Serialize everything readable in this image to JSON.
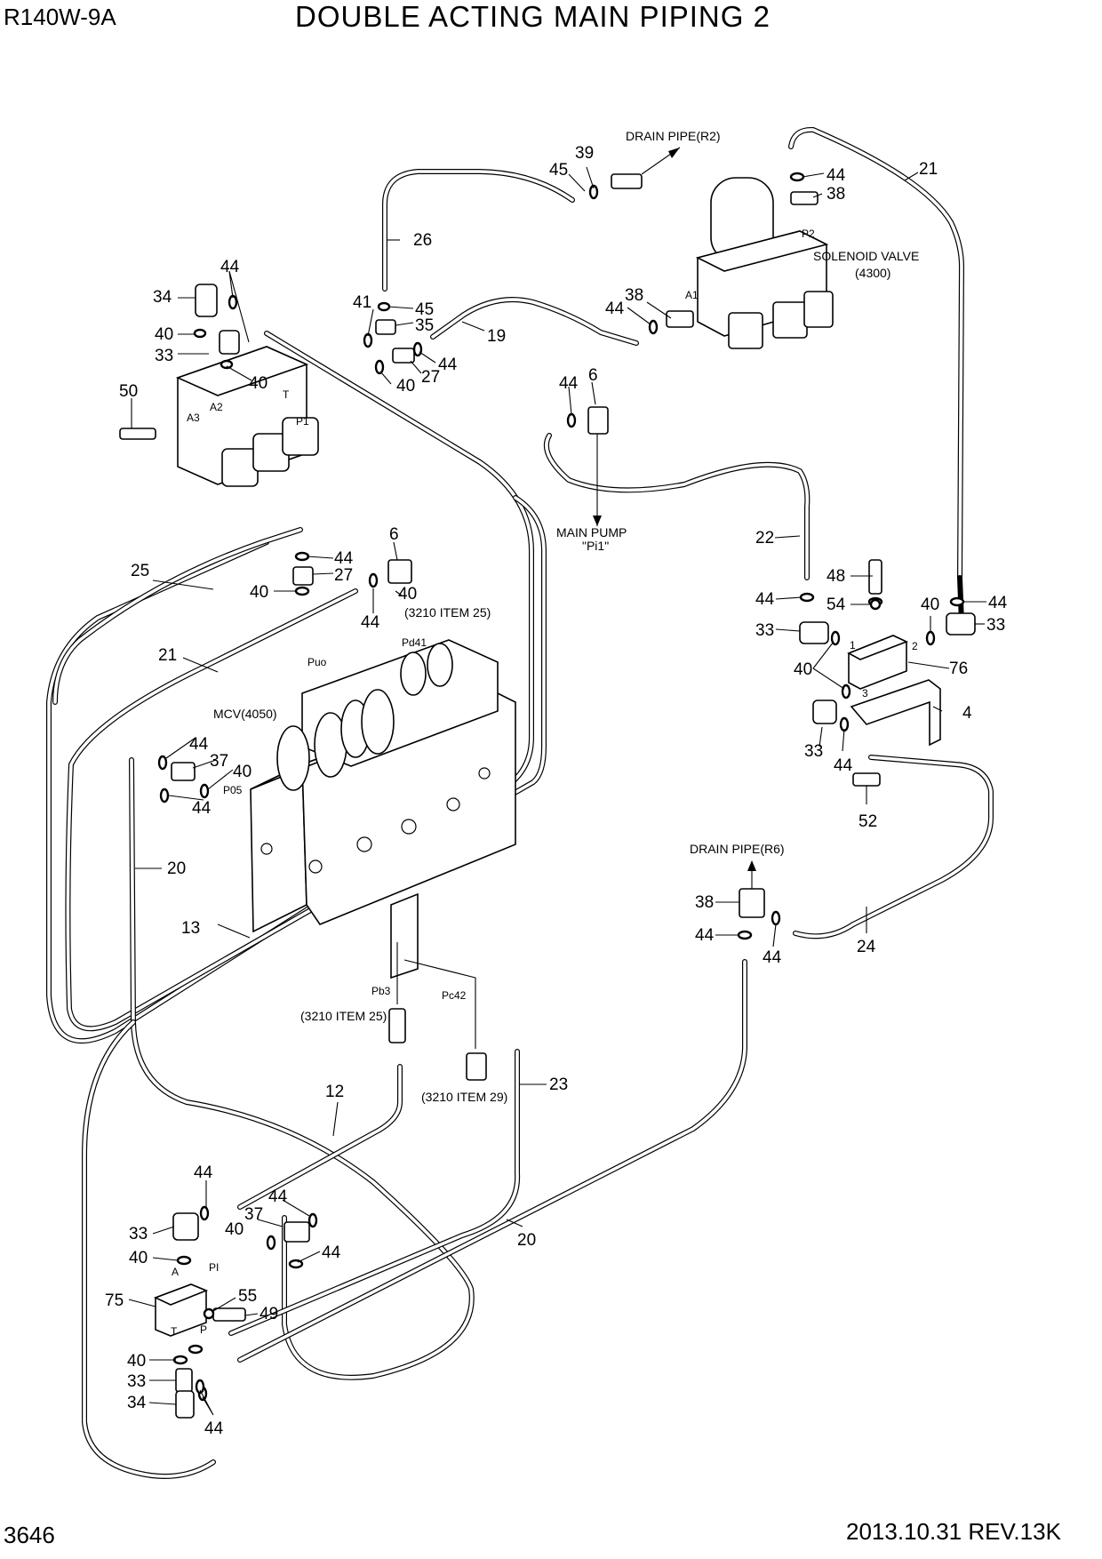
{
  "header": {
    "model": "R140W-9A",
    "title": "DOUBLE ACTING MAIN PIPING 2"
  },
  "footer": {
    "page_number": "3646",
    "revision": "2013.10.31  REV.13K"
  },
  "callouts": {
    "drain_r2": "DRAIN PIPE(R2)",
    "drain_r6": "DRAIN PIPE(R6)",
    "solenoid_line1": "SOLENOID VALVE",
    "solenoid_line2": "(4300)",
    "main_pump_line1": "MAIN PUMP",
    "main_pump_line2": "\"Pi1\"",
    "mcv": "MCV(4050)",
    "ref_3210_25_a": "(3210 ITEM 25)",
    "ref_3210_25_b": "(3210 ITEM 25)",
    "ref_3210_29": "(3210 ITEM 29)"
  },
  "ports": {
    "a3": "A3",
    "a2": "A2",
    "t_top": "T",
    "p1": "P1",
    "p2": "P2",
    "a1": "A1",
    "puo": "Puo",
    "pd41": "Pd41",
    "p05": "P05",
    "pb3": "Pb3",
    "pc42": "Pc42",
    "a": "A",
    "pi": "PI",
    "t_bottom": "T",
    "p": "P",
    "block_1": "1",
    "block_2": "2",
    "block_3": "3"
  },
  "part_numbers": [
    {
      "id": "p39",
      "text": "39"
    },
    {
      "id": "p45a",
      "text": "45"
    },
    {
      "id": "p21a",
      "text": "21"
    },
    {
      "id": "p44a",
      "text": "44"
    },
    {
      "id": "p38a",
      "text": "38"
    },
    {
      "id": "p26",
      "text": "26"
    },
    {
      "id": "p44b",
      "text": "44"
    },
    {
      "id": "p34a",
      "text": "34"
    },
    {
      "id": "p41",
      "text": "41"
    },
    {
      "id": "p45b",
      "text": "45"
    },
    {
      "id": "p35",
      "text": "35"
    },
    {
      "id": "p38b",
      "text": "38"
    },
    {
      "id": "p44c",
      "text": "44"
    },
    {
      "id": "p19",
      "text": "19"
    },
    {
      "id": "p40a",
      "text": "40"
    },
    {
      "id": "p33a",
      "text": "33"
    },
    {
      "id": "p40b",
      "text": "40"
    },
    {
      "id": "p27a",
      "text": "27"
    },
    {
      "id": "p44d",
      "text": "44"
    },
    {
      "id": "p40c",
      "text": "40"
    },
    {
      "id": "p44e",
      "text": "44"
    },
    {
      "id": "p6a",
      "text": "6"
    },
    {
      "id": "p50",
      "text": "50"
    },
    {
      "id": "p6b",
      "text": "6"
    },
    {
      "id": "p22",
      "text": "22"
    },
    {
      "id": "p44f",
      "text": "44"
    },
    {
      "id": "p27b",
      "text": "27"
    },
    {
      "id": "p25",
      "text": "25"
    },
    {
      "id": "p40d",
      "text": "40"
    },
    {
      "id": "p40e",
      "text": "40"
    },
    {
      "id": "p44g",
      "text": "44"
    },
    {
      "id": "p48",
      "text": "48"
    },
    {
      "id": "p44h",
      "text": "44"
    },
    {
      "id": "p54",
      "text": "54"
    },
    {
      "id": "p40f",
      "text": "40"
    },
    {
      "id": "p44i",
      "text": "44"
    },
    {
      "id": "p33b",
      "text": "33"
    },
    {
      "id": "p33c",
      "text": "33"
    },
    {
      "id": "p21b",
      "text": "21"
    },
    {
      "id": "p40g",
      "text": "40"
    },
    {
      "id": "p76",
      "text": "76"
    },
    {
      "id": "p4",
      "text": "4"
    },
    {
      "id": "p44j",
      "text": "44"
    },
    {
      "id": "p37a",
      "text": "37"
    },
    {
      "id": "p40h",
      "text": "40"
    },
    {
      "id": "p44k",
      "text": "44"
    },
    {
      "id": "p33d",
      "text": "33"
    },
    {
      "id": "p44l",
      "text": "44"
    },
    {
      "id": "p52",
      "text": "52"
    },
    {
      "id": "p20a",
      "text": "20"
    },
    {
      "id": "p38c",
      "text": "38"
    },
    {
      "id": "p44m",
      "text": "44"
    },
    {
      "id": "p44n",
      "text": "44"
    },
    {
      "id": "p24",
      "text": "24"
    },
    {
      "id": "p13",
      "text": "13"
    },
    {
      "id": "p23",
      "text": "23"
    },
    {
      "id": "p12",
      "text": "12"
    },
    {
      "id": "p44o",
      "text": "44"
    },
    {
      "id": "p44p",
      "text": "44"
    },
    {
      "id": "p33e",
      "text": "33"
    },
    {
      "id": "p37b",
      "text": "37"
    },
    {
      "id": "p40i",
      "text": "40"
    },
    {
      "id": "p44q",
      "text": "44"
    },
    {
      "id": "p40j",
      "text": "40"
    },
    {
      "id": "p20b",
      "text": "20"
    },
    {
      "id": "p75",
      "text": "75"
    },
    {
      "id": "p55",
      "text": "55"
    },
    {
      "id": "p49",
      "text": "49"
    },
    {
      "id": "p40k",
      "text": "40"
    },
    {
      "id": "p33f",
      "text": "33"
    },
    {
      "id": "p34b",
      "text": "34"
    },
    {
      "id": "p44r",
      "text": "44"
    }
  ]
}
